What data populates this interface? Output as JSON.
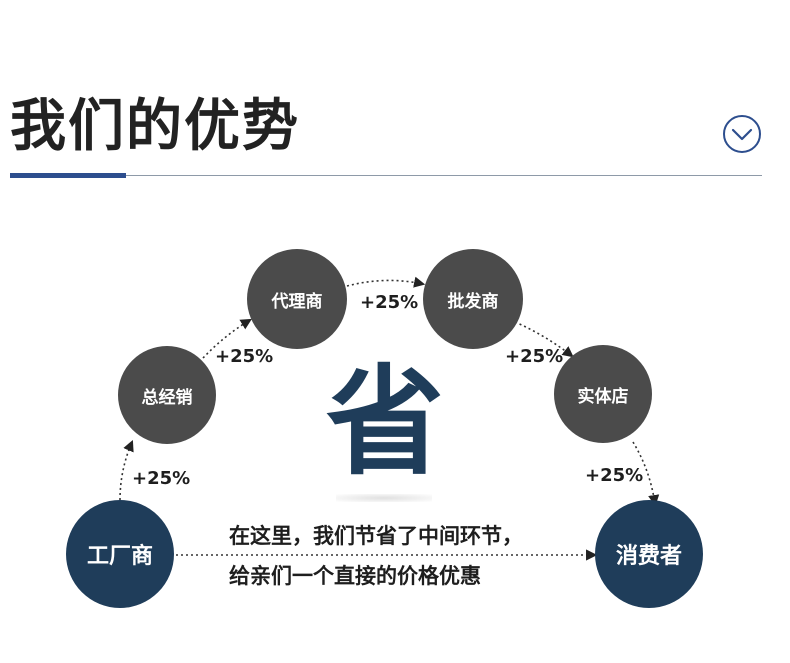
{
  "header": {
    "title": "我们的优势",
    "expand_icon": "chevron-down-circle-icon",
    "accent_color": "#2d4e8e"
  },
  "diagram": {
    "nodes": [
      {
        "id": "factory",
        "label": "工厂商",
        "color": "#1f3d5a"
      },
      {
        "id": "general-distributor",
        "label": "总经销",
        "color": "#4b4b4b"
      },
      {
        "id": "agent",
        "label": "代理商",
        "color": "#4b4b4b"
      },
      {
        "id": "wholesaler",
        "label": "批发商",
        "color": "#4b4b4b"
      },
      {
        "id": "retail-store",
        "label": "实体店",
        "color": "#4b4b4b"
      },
      {
        "id": "consumer",
        "label": "消费者",
        "color": "#1f3d5a"
      }
    ],
    "markups": [
      "+25%",
      "+25%",
      "+25%",
      "+25%",
      "+25%"
    ],
    "center_char": "省",
    "description_lines": [
      "在这里，我们节省了中间环节，",
      "给亲们一个直接的价格优惠"
    ]
  }
}
